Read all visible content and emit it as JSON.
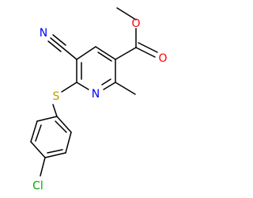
{
  "molecule": {
    "atoms": {
      "N_nitrile": {
        "symbol": "N",
        "color": "#0000ff"
      },
      "N_ring": {
        "symbol": "N",
        "color": "#0000ff"
      },
      "S": {
        "symbol": "S",
        "color": "#b8a000"
      },
      "O_carbonyl": {
        "symbol": "O",
        "color": "#ff0000"
      },
      "O_ester": {
        "symbol": "O",
        "color": "#ff0000"
      },
      "Cl": {
        "symbol": "Cl",
        "color": "#00aa00"
      }
    },
    "bond_color": "#000000",
    "background": "#ffffff"
  }
}
